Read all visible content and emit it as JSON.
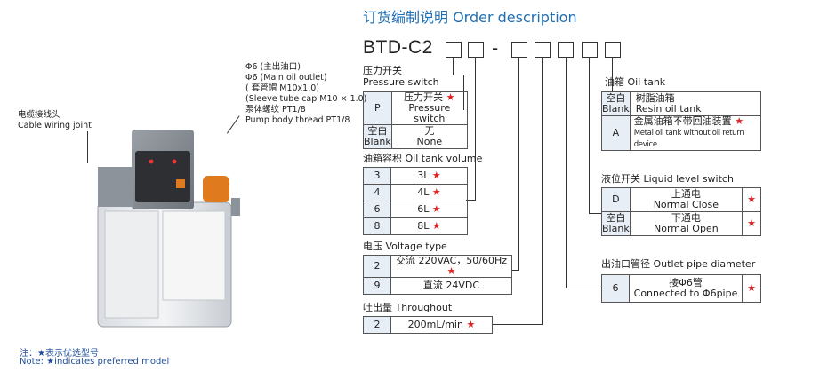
{
  "title": "订货编制说明 Order description",
  "model_prefix": "BTD-C2",
  "model_dash": "-",
  "pressure_switch": {
    "label_cn": "压力开关",
    "label_en": "Pressure switch",
    "rows": [
      {
        "code": "P",
        "cn": "压力开关",
        "en": "Pressure switch",
        "star": true
      },
      {
        "code_cn": "空白",
        "code_en": "Blank",
        "cn": "无",
        "en": "None",
        "star": false
      }
    ]
  },
  "oil_tank_volume": {
    "label": "油箱容积 Oil tank volume",
    "rows": [
      {
        "code": "3",
        "value": "3L",
        "star": true
      },
      {
        "code": "4",
        "value": "4L",
        "star": true
      },
      {
        "code": "6",
        "value": "6L",
        "star": true
      },
      {
        "code": "8",
        "value": "8L",
        "star": true
      }
    ]
  },
  "voltage": {
    "label": "电压 Voltage type",
    "rows": [
      {
        "code": "2",
        "value": "交流 220VAC，50/60Hz",
        "star": true
      },
      {
        "code": "9",
        "value": "直流 24VDC",
        "star": false
      }
    ]
  },
  "throughout": {
    "label": "吐出量 Throughout",
    "rows": [
      {
        "code": "2",
        "value": "200mL/min",
        "star": true
      }
    ]
  },
  "oil_tank": {
    "label": "油箱 Oil tank",
    "rows": [
      {
        "code_cn": "空白",
        "code_en": "Blank",
        "cn": "树脂油箱",
        "en": "Resin oil tank",
        "star": false
      },
      {
        "code": "A",
        "cn": "金属油箱不带回油装置",
        "en": "Metal oil tank without oil return device",
        "star": true
      }
    ]
  },
  "liquid_level": {
    "label": "液位开关 Liquid level switch",
    "rows": [
      {
        "code": "D",
        "cn": "上通电",
        "en": "Normal Close",
        "star": true
      },
      {
        "code_cn": "空白",
        "code_en": "Blank",
        "cn": "下通电",
        "en": "Normal Open",
        "star": true
      }
    ]
  },
  "outlet_pipe": {
    "label": "出油口管径 Outlet pipe diameter",
    "rows": [
      {
        "code": "6",
        "cn": "接Φ6管",
        "en": "Connected to Φ6pipe",
        "star": true
      }
    ]
  },
  "device_labels": {
    "cable_cn": "电缆接线头",
    "cable_en": "Cable wiring joint",
    "outlet_lines": [
      "Φ6 (主出油口)",
      "Φ6 (Main oil outlet)",
      "( 套管帽 M10x1.0)",
      "(Sleeve tube cap M10 × 1.0)",
      "泵体螺纹 PT1/8",
      "Pump body thread PT1/8"
    ]
  },
  "notes": {
    "cn": "注：★表示优选型号",
    "en": "Note: ★indicates preferred model"
  },
  "star_symbol": "★"
}
